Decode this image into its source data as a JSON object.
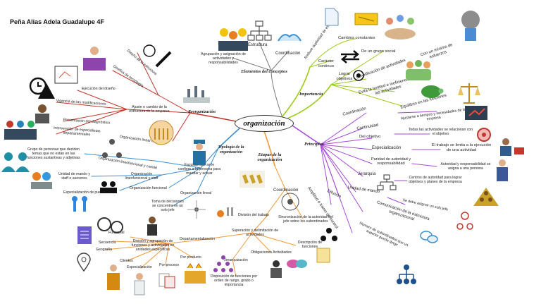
{
  "title": "Peña Alias Adela Guadalupe 4F",
  "center": "organización",
  "main_branches": {
    "elementos": "Elementos del conceptos",
    "importancia": "Importancia",
    "principios": "Principios",
    "etapas": "Etapas de la organización",
    "tipologia": "Tipología de la organización",
    "reorganizacion": "Reorganización"
  },
  "elementos": {
    "estructura": "Estructura",
    "coordinacion": "Coordinación",
    "agrupacion": "Agrupación y asignación de actividades y responsabilidades"
  },
  "importancia": {
    "reduce": "Reduce duplicidad de esfuerzos",
    "cambios": "Cambios constantes",
    "caracter": "Carácter continuo",
    "grupo": "De un grupo social",
    "minimo": "Con un mínimo de esfuerzos",
    "logro": "Lograr objetivos",
    "simplificacion": "Simplificación de actividades",
    "lentitud": "Evita la lentitud e ineficiencia en las actividades",
    "equilibrio": "Equilibrio en las funciones"
  },
  "principios": {
    "coordinacion": "Coordinación",
    "ajustarse": "Ajustarse a tiempos y necesidades de la empresa",
    "continuidad": "Continuidad",
    "del_objetivo": "Del objetivo",
    "todas": "Todas las actividades se relacionan con el objetivo",
    "especializacion": "Especialización",
    "trabajo": "El trabajo se limita a la ejecución de una actividad",
    "paridad": "Paridad de autoridad y responsabilidad",
    "autoridad": "Autoridad y responsabilidad se asigna a una persona",
    "jerarquia": "Jerarquía",
    "centros": "Centros de autoridad para lograr objetivos y planes de la empresa",
    "unidad": "Unidad de mando",
    "difusion": "Difusión",
    "asignar": "Se debe asignar un solo jefe",
    "amplitud": "Amplitud o tramo de control",
    "comunicacion": "Comunicación de la estructura organizacional",
    "numero": "Número de subordinados que un superior puede dirigir"
  },
  "etapas": {
    "coordinacion": "Coordinación",
    "division": "División del trabajo",
    "sincronizacion": "Sincronización de la autoridad del jefe sobre los subordinados",
    "superacion": "Superación y delimitación de actividades",
    "descripcion": "Descripción de funciones",
    "obligaciones": "Obligaciones Actividades",
    "jerarquizacion": "Jerarquización",
    "disposicion": "Disposición de funciones por orden de rango, grado o importancia",
    "departamentalizacion": "Departamentalización",
    "division_agrupacion": "División y agrupación de funciones y actividades en unidades específicas",
    "funcional": "Funcional",
    "secuencia": "Secuencia",
    "geografia": "Geografía",
    "clientes": "Clientes",
    "especializacion": "Especialización",
    "por_proceso": "Por proceso",
    "por_producto": "Por producto"
  },
  "tipologia": {
    "facultad": "Facultad que se le confiere a la persona para mandar y actuar",
    "lineal": "Organización lineal",
    "toma": "Toma de decisiones se concentra en un solo jefe",
    "funcional": "Organización funcional",
    "lineofuncional": "Organización lineofuncional y staff",
    "unidad": "Unidad de mando y staff o asesores",
    "especializacion": "Especialización de puestos",
    "staff": "Organización lineofuncional y comité",
    "grupo": "Grupo de personas que deciden temas que no están en las funciones sustantivas y adjetivas"
  },
  "reorganizacion": {
    "ajuste": "Ajuste o cambio de la estructura de la empresa",
    "lineal_matricial": "Organización lineal matricial",
    "disenos": "Diseños de tecnología",
    "diseno_est": "Diseño de la estructura",
    "ejecucion": "Ejecución del diseño",
    "vigencia": "Vigencia de las modificaciones",
    "presentacion": "Presentación del diagnóstico",
    "intervencion": "Intervención de especialistas departamentales"
  },
  "colors": {
    "green": "#9ccc1a",
    "purple": "#a64ad8",
    "orange": "#f29a3a",
    "red": "#c2372b",
    "gray": "#7a7a7a",
    "blue": "#3a8fd1"
  }
}
